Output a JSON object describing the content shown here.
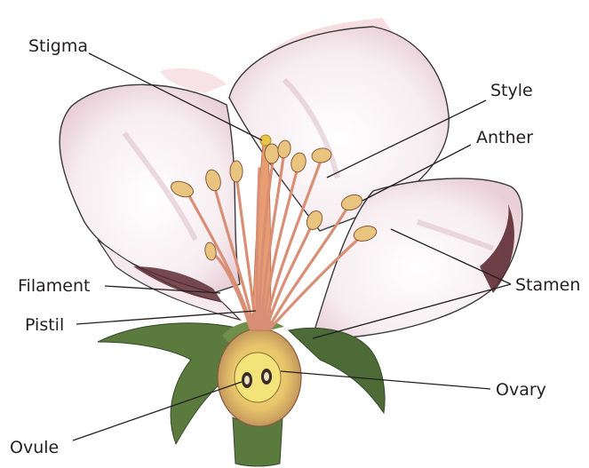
{
  "labels": {
    "stigma": "Stigma",
    "style": "Style",
    "anther": "Anther",
    "filament": "Filament",
    "stamen": "Stamen",
    "pistil": "Pistil",
    "ovary": "Ovary",
    "ovule": "Ovule"
  },
  "colors": {
    "petal": "#f7eef1",
    "petal_shade": "#e8cdd6",
    "petal_edge": "#3a3a3a",
    "pink_wash": "#efc6cf",
    "dark_petal": "#5e2b33",
    "sepal": "#5a7a3e",
    "sepal_dark": "#34492a",
    "filament": "#d98f76",
    "anther": "#e8c47e",
    "pistil": "#e89c72",
    "ovary_yellow": "#f1de6a",
    "label_text": "#231f20"
  },
  "icons": [
    "apple-blossom-illustration"
  ]
}
